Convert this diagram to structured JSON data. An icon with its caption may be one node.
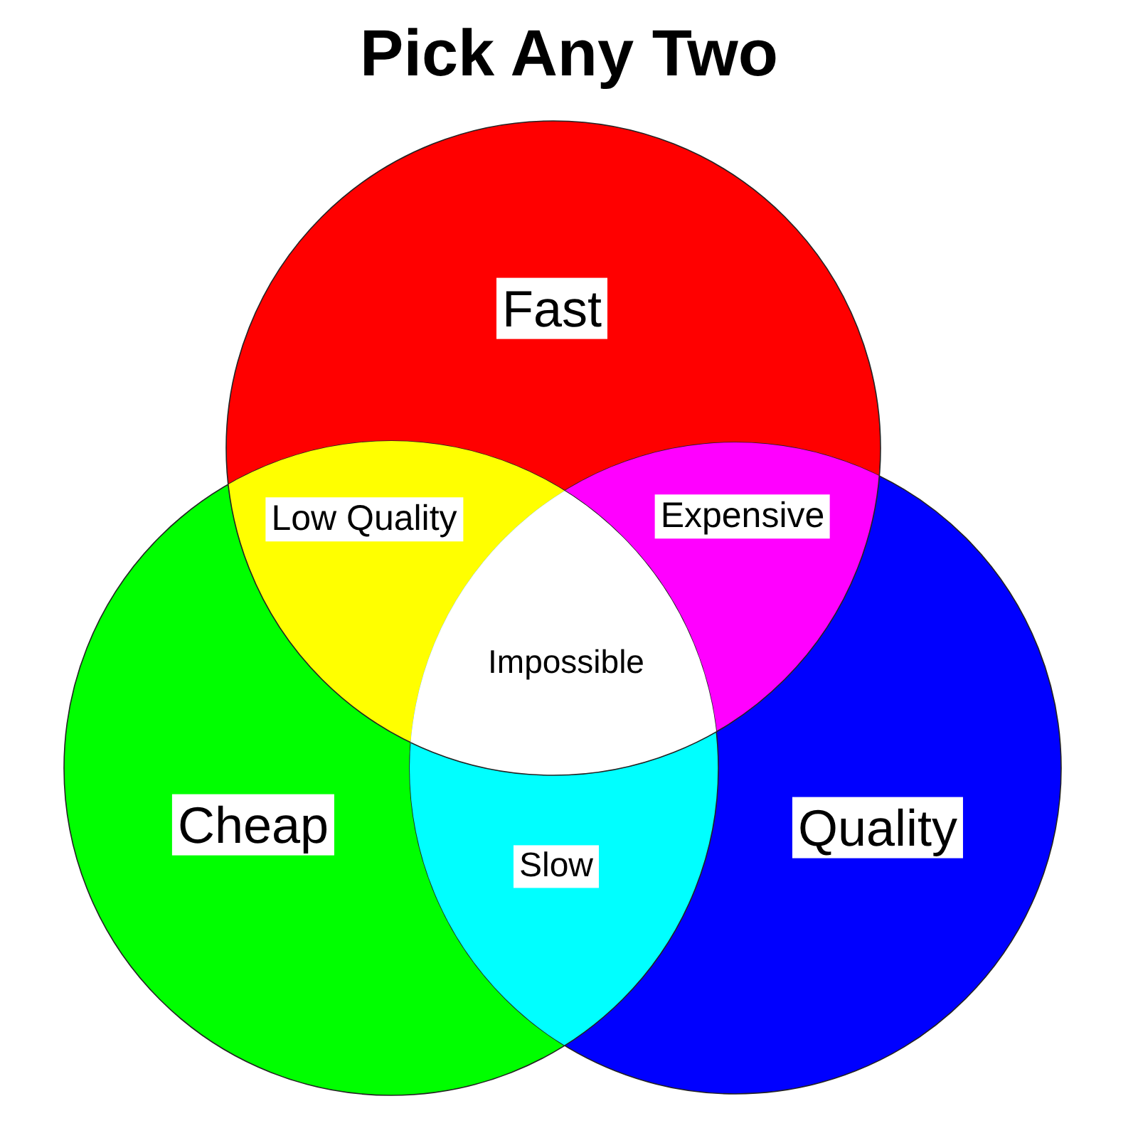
{
  "diagram": {
    "title": "Pick Any Two",
    "nodes": [
      {
        "text": [
          "Fast"
        ]
      },
      {
        "text": [
          "Cheap"
        ]
      },
      {
        "text": [
          "Quality"
        ]
      },
      {
        "text": [
          "Low Quality"
        ]
      },
      {
        "text": [
          "Expensive"
        ]
      },
      {
        "text": [
          "Slow"
        ]
      },
      {
        "text": [
          "Impossible"
        ]
      }
    ],
    "edges": []
  }
}
